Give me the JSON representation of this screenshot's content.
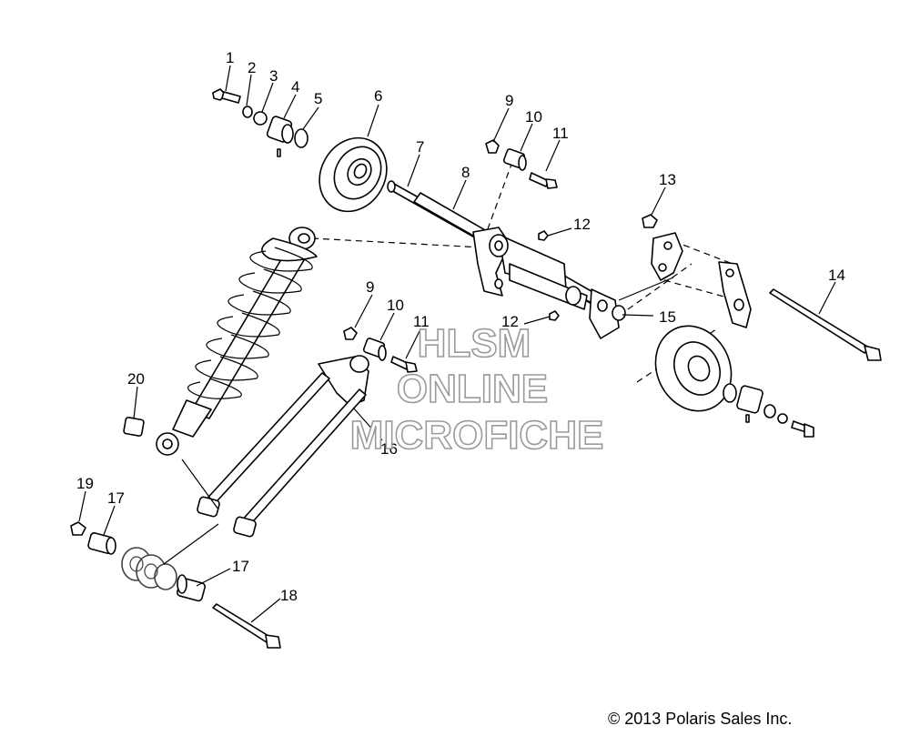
{
  "callouts": {
    "c1": "1",
    "c2": "2",
    "c3": "3",
    "c4": "4",
    "c5": "5",
    "c6": "6",
    "c7": "7",
    "c8": "8",
    "c9a": "9",
    "c9b": "9",
    "c10a": "10",
    "c10b": "10",
    "c11a": "11",
    "c11b": "11",
    "c12a": "12",
    "c12b": "12",
    "c13": "13",
    "c14": "14",
    "c15": "15",
    "c16": "16",
    "c17a": "17",
    "c17b": "17",
    "c18": "18",
    "c19": "19",
    "c20": "20"
  },
  "watermark": {
    "line1": "HLSM",
    "line2": "ONLINE",
    "line3": "MICROFICHE"
  },
  "copyright": "© 2013 Polaris Sales Inc."
}
